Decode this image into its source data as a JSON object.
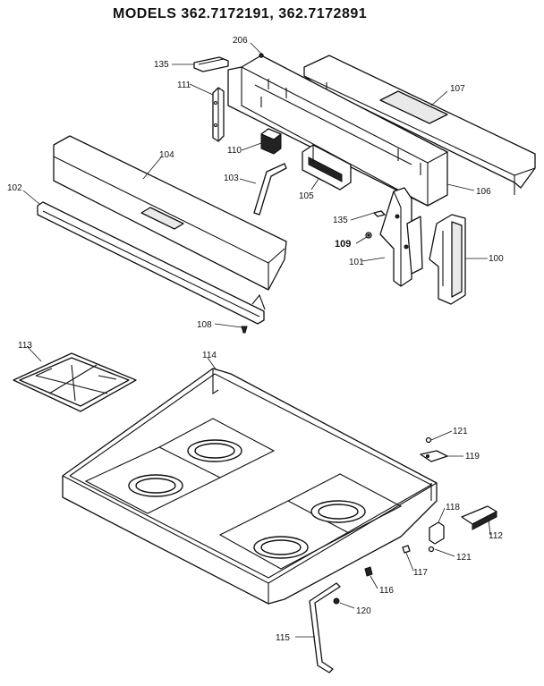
{
  "header": {
    "title": "MODELS 362.7172191, 362.7172891"
  },
  "labels": {
    "p206": "206",
    "p135a": "135",
    "p111": "111",
    "p107": "107",
    "p110": "110",
    "p104": "104",
    "p103": "103",
    "p105": "105",
    "p106": "106",
    "p102": "102",
    "p135b": "135",
    "p109": "109",
    "p101": "101",
    "p100": "100",
    "p108": "108",
    "p113": "113",
    "p114": "114",
    "p121a": "121",
    "p119": "119",
    "p118": "118",
    "p112": "112",
    "p121b": "121",
    "p117": "117",
    "p116": "116",
    "p120": "120",
    "p115": "115"
  }
}
